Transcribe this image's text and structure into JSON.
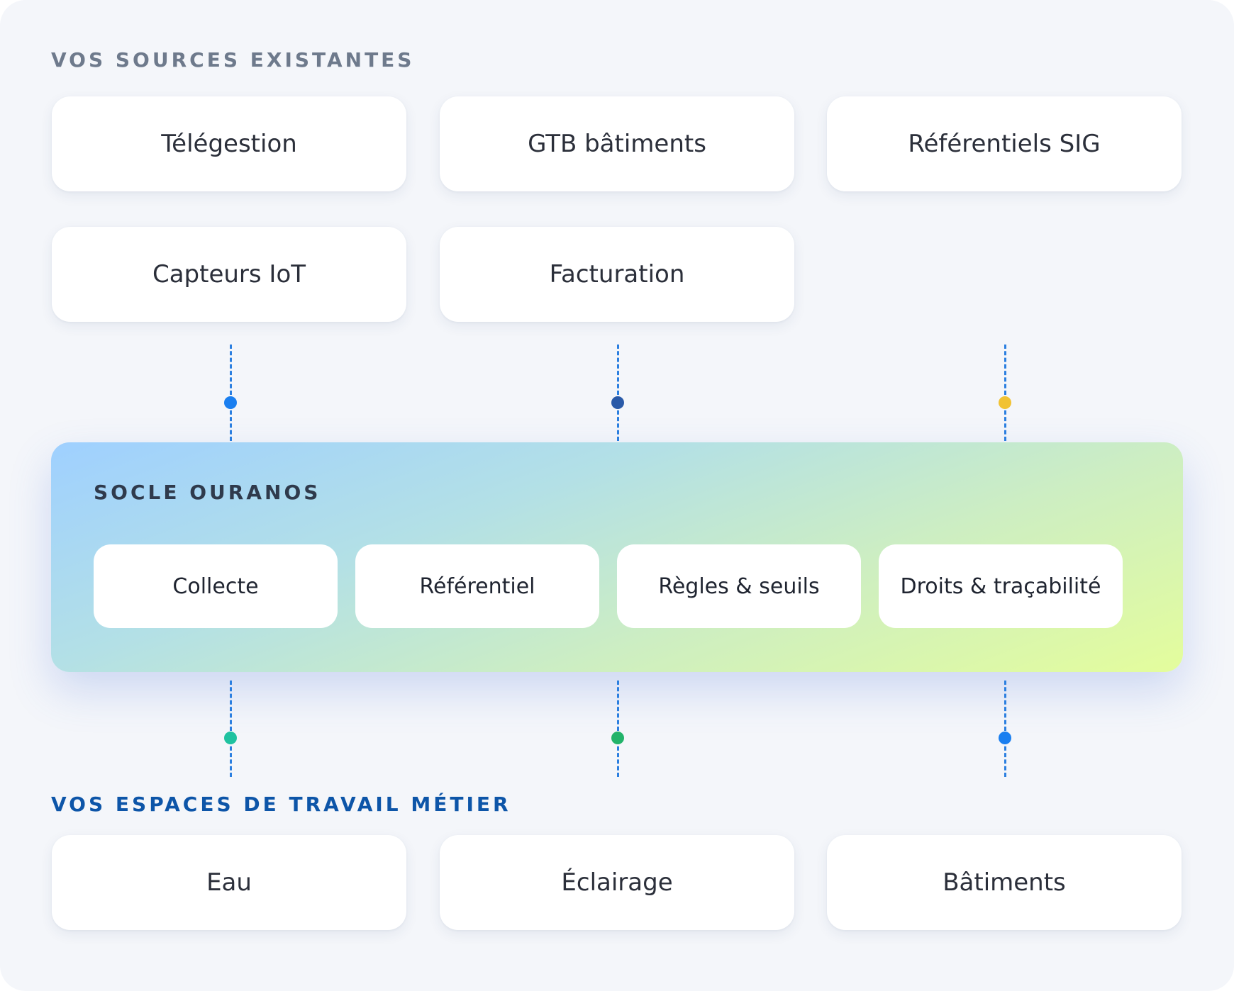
{
  "sources": {
    "title": "VOS SOURCES EXISTANTES",
    "items": [
      "Télégestion",
      "GTB bâtiments",
      "Référentiels SIG",
      "Capteurs IoT",
      "Facturation"
    ]
  },
  "core": {
    "title": "SOCLE OURANOS",
    "modules": [
      "Collecte",
      "Référentiel",
      "Règles & seuils",
      "Droits & traçabilité"
    ]
  },
  "workspaces": {
    "title": "VOS ESPACES DE TRAVAIL MÉTIER",
    "items": [
      "Eau",
      "Éclairage",
      "Bâtiments"
    ]
  },
  "connector_colors": {
    "line": "#2b7fe0",
    "top": [
      "#1a7ff0",
      "#2a5aa8",
      "#f1c232"
    ],
    "bottom": [
      "#1fc2a0",
      "#22b36a",
      "#1a7ff0"
    ]
  }
}
